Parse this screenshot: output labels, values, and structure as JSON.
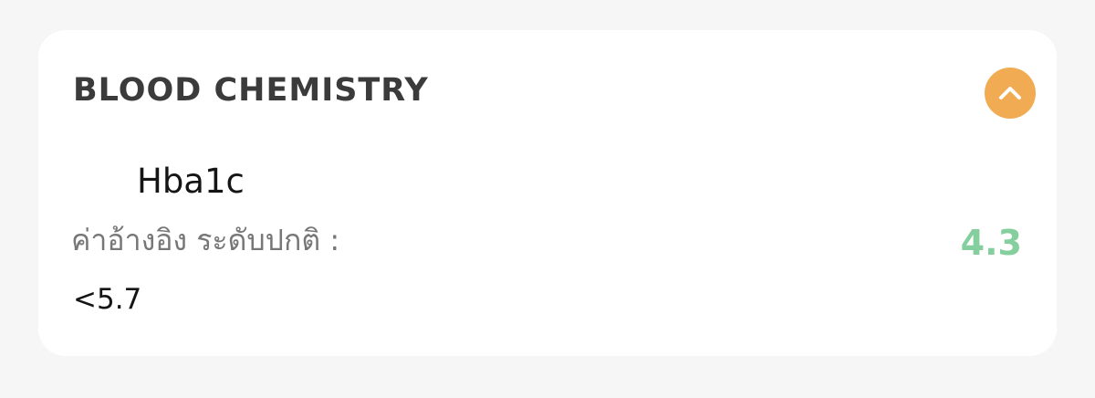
{
  "section": {
    "title": "BLOOD CHEMISTRY",
    "collapse_icon": "chevron-up-icon",
    "accent_color": "#f1ab52"
  },
  "test": {
    "name": "Hba1c",
    "reference_label": "ค่าอ้างอิง ระดับปกติ :",
    "reference_value": "<5.7",
    "result": "4.3",
    "result_color": "#84cf9d"
  }
}
